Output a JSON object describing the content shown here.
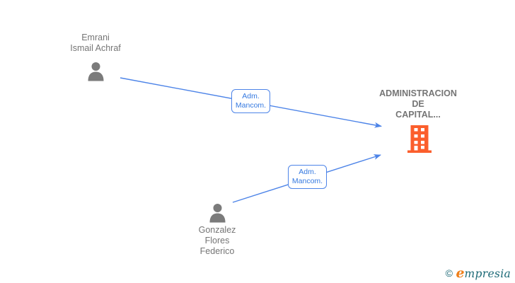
{
  "diagram": {
    "nodes": {
      "person1": {
        "type": "person",
        "name": "Emrani Ismail Achraf",
        "name_lines": [
          "Emrani",
          "Ismail Achraf"
        ]
      },
      "person2": {
        "type": "person",
        "name": "Gonzalez Flores Federico",
        "name_lines": [
          "Gonzalez",
          "Flores",
          "Federico"
        ]
      },
      "company": {
        "type": "company",
        "name": "ADMINISTRACION DE CAPITAL...",
        "name_lines": [
          "ADMINISTRACION",
          "DE",
          "CAPITAL..."
        ]
      }
    },
    "edges": {
      "edge1": {
        "from": "Emrani Ismail Achraf",
        "to": "ADMINISTRACION DE CAPITAL...",
        "relation": "Adm. Mancom.",
        "label_lines": [
          "Adm.",
          "Mancom."
        ]
      },
      "edge2": {
        "from": "Gonzalez Flores Federico",
        "to": "ADMINISTRACION DE CAPITAL...",
        "relation": "Adm. Mancom.",
        "label_lines": [
          "Adm.",
          "Mancom."
        ]
      }
    },
    "colors": {
      "edge_blue": "#4d84e8",
      "edge_label_text": "#3579e0",
      "person_icon_gray": "#7b7b7b",
      "label_text_gray": "#757575",
      "building_orange": "#fb5e2c",
      "logo_teal": "#1d6a77",
      "logo_orange": "#ef7f1a"
    }
  },
  "watermark": {
    "copyright": "©",
    "brand_first_letter": "e",
    "brand_rest": "mpresia"
  }
}
